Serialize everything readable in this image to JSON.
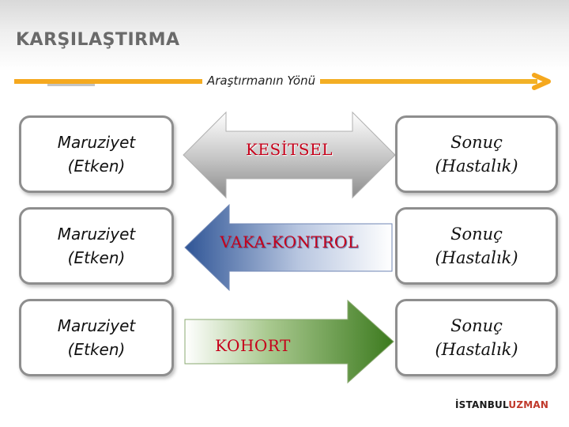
{
  "title": "KARŞILAŞTIRMA",
  "direction_label": "Araştırmanın Yönü",
  "rows": [
    {
      "left": "Maruziyet\n(Etken)",
      "study_type": "KESİTSEL",
      "right": "Sonuç\n(Hastalık)",
      "arrow": "double-headed",
      "arrow_color": "#9a9a9a"
    },
    {
      "left": "Maruziyet\n(Etken)",
      "study_type": "VAKA-KONTROL",
      "right": "Sonuç\n(Hastalık)",
      "arrow": "left",
      "arrow_color": "#3b5fa0"
    },
    {
      "left": "Maruziyet\n(Etken)",
      "study_type": "KOHORT",
      "right": "Sonuç\n(Hastalık)",
      "arrow": "right",
      "arrow_color": "#3c7a1e"
    }
  ],
  "logo": {
    "part1": "İSTANBUL",
    "part2": "UZMAN"
  },
  "colors": {
    "direction_arrow": "#f5a81e",
    "study_label": "#c6001a"
  }
}
